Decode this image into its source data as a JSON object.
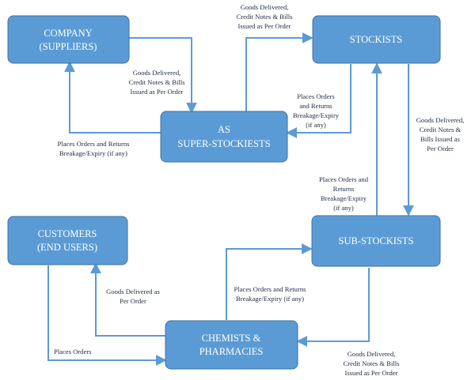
{
  "colors": {
    "box_fill": "#5b9bd5",
    "box_border": "#41719c",
    "arrow": "#5b9bd5",
    "box_text": "#ffffff",
    "label_text": "#1f2a44"
  },
  "nodes": {
    "company": {
      "line1": "COMPANY",
      "line2": "(SUPPLIERS)"
    },
    "stockists": {
      "line1": "STOCKISTS"
    },
    "super_stockists": {
      "line1": "AS",
      "line2": "SUPER-STOCKIESTS"
    },
    "customers": {
      "line1": "CUSTOMERS",
      "line2": "(END USERS)"
    },
    "sub_stockists": {
      "line1": "SUB-STOCKISTS"
    },
    "chemists": {
      "line1": "CHEMISTS &",
      "line2": "PHARMACIES"
    }
  },
  "edge_labels": {
    "super_to_stockists": [
      "Goods Delivered,",
      "Credit Notes & Bills",
      "Issued as Per Order"
    ],
    "company_to_super": [
      "Goods Delivered,",
      "Credit Notes & Bills",
      "Issued as Per Order"
    ],
    "stockists_to_super": [
      "Places Orders",
      "and Returns",
      "Breakage/Expiry",
      "(if any)"
    ],
    "super_to_company": [
      "Places Orders and Returns",
      "Breakage/Expiry (if any)"
    ],
    "stockists_to_sub": [
      "Goods Delivered,",
      "Credit Notes &",
      "Bills Issued as",
      "Per Order"
    ],
    "sub_to_stockists": [
      "Places Orders and",
      "Returns",
      "Breakage/Expiry",
      "(if any)"
    ],
    "chemists_to_customers": [
      "Goods Delivered as",
      "Per Order"
    ],
    "chemists_to_sub": [
      "Places Orders and Returns",
      "Breakage/Expiry (if any)"
    ],
    "customers_to_chemists": [
      "Places Orders"
    ],
    "sub_to_chemists": [
      "Goods Delivered,",
      "Credit Notes & Bills",
      "Issued as Per Order"
    ]
  }
}
